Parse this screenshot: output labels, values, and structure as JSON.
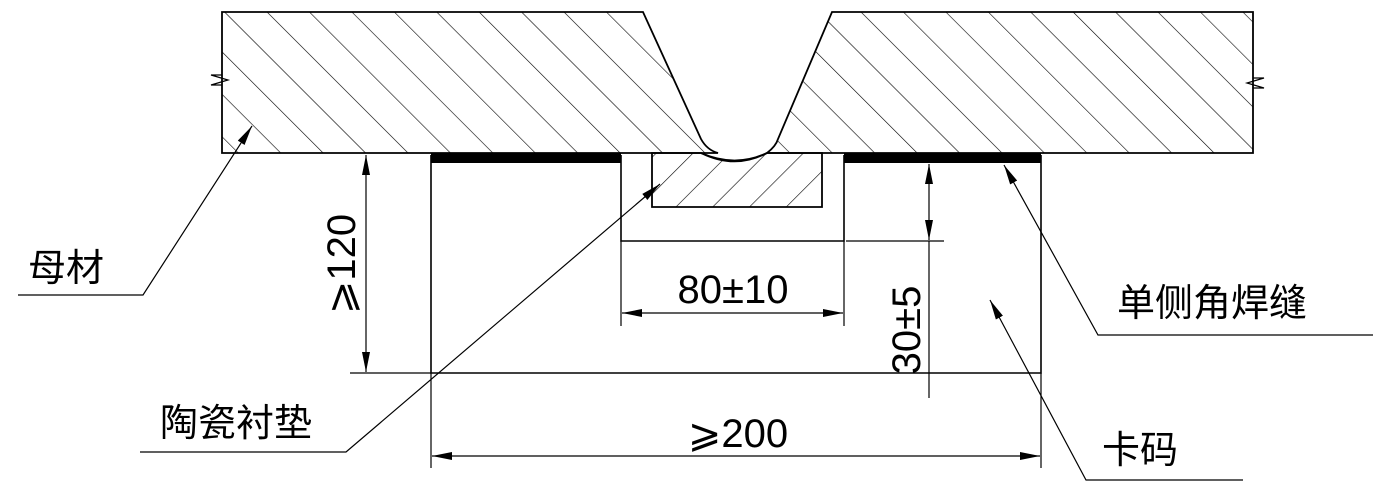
{
  "labels": {
    "base_metal": "母材",
    "ceramic_backing": "陶瓷衬垫",
    "single_fillet_weld": "单侧角焊缝",
    "clamp": "卡码"
  },
  "dimensions": {
    "slot_width": "80±10",
    "slot_depth": "30±5",
    "clamp_height": "⩾120",
    "clamp_width": "⩾200"
  },
  "colors": {
    "line": "#000000",
    "background": "#ffffff",
    "weld_fill": "#000000"
  }
}
